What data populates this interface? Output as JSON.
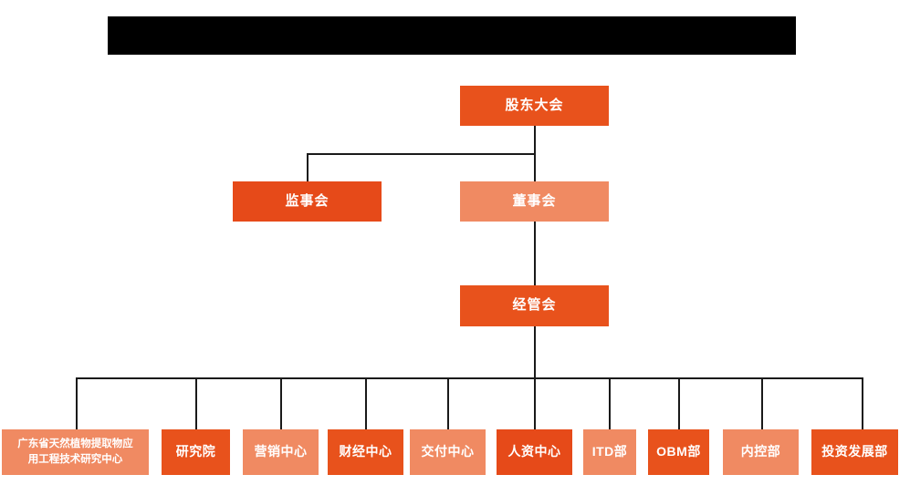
{
  "page": {
    "background_color": "#ffffff",
    "title_banner": {
      "name": "redacted-title-banner",
      "color": "#000000",
      "text": ""
    }
  },
  "palette": {
    "orange_bright": "#E8521C",
    "orange_deep": "#E64A19",
    "orange_salmon": "#F08A62",
    "line": "#1a1a1a",
    "text": "#ffffff"
  },
  "chart_data": {
    "type": "diagram",
    "diagram_type": "organization-chart",
    "title": "",
    "levels": [
      {
        "level": 1,
        "nodes": [
          {
            "id": "shareholders",
            "label": "股东大会",
            "color": "#E8521C"
          }
        ]
      },
      {
        "level": 2,
        "nodes": [
          {
            "id": "supervisors",
            "label": "监事会",
            "color": "#E64A19"
          },
          {
            "id": "directors",
            "label": "董事会",
            "color": "#F08A62"
          }
        ]
      },
      {
        "level": 3,
        "nodes": [
          {
            "id": "management",
            "label": "经管会",
            "color": "#E8521C"
          }
        ]
      },
      {
        "level": 4,
        "nodes": [
          {
            "id": "research-center",
            "label": "广东省天然植物提取物应\n用工程技术研究中心",
            "color": "#F08A62"
          },
          {
            "id": "institute",
            "label": "研究院",
            "color": "#E8521C"
          },
          {
            "id": "marketing",
            "label": "营销中心",
            "color": "#F08A62"
          },
          {
            "id": "finance",
            "label": "财经中心",
            "color": "#E8521C"
          },
          {
            "id": "delivery",
            "label": "交付中心",
            "color": "#F08A62"
          },
          {
            "id": "hr",
            "label": "人资中心",
            "color": "#E64A19"
          },
          {
            "id": "itd",
            "label": "ITD部",
            "color": "#F08A62"
          },
          {
            "id": "obm",
            "label": "OBM部",
            "color": "#E8521C"
          },
          {
            "id": "internal-control",
            "label": "内控部",
            "color": "#F08A62"
          },
          {
            "id": "investment",
            "label": "投资发展部",
            "color": "#E8521C"
          }
        ]
      }
    ],
    "edges": [
      {
        "from": "shareholders",
        "to": "supervisors"
      },
      {
        "from": "shareholders",
        "to": "directors"
      },
      {
        "from": "directors",
        "to": "management"
      },
      {
        "from": "management",
        "to": "research-center"
      },
      {
        "from": "management",
        "to": "institute"
      },
      {
        "from": "management",
        "to": "marketing"
      },
      {
        "from": "management",
        "to": "finance"
      },
      {
        "from": "management",
        "to": "delivery"
      },
      {
        "from": "management",
        "to": "hr"
      },
      {
        "from": "management",
        "to": "itd"
      },
      {
        "from": "management",
        "to": "obm"
      },
      {
        "from": "management",
        "to": "internal-control"
      },
      {
        "from": "management",
        "to": "investment"
      }
    ]
  }
}
